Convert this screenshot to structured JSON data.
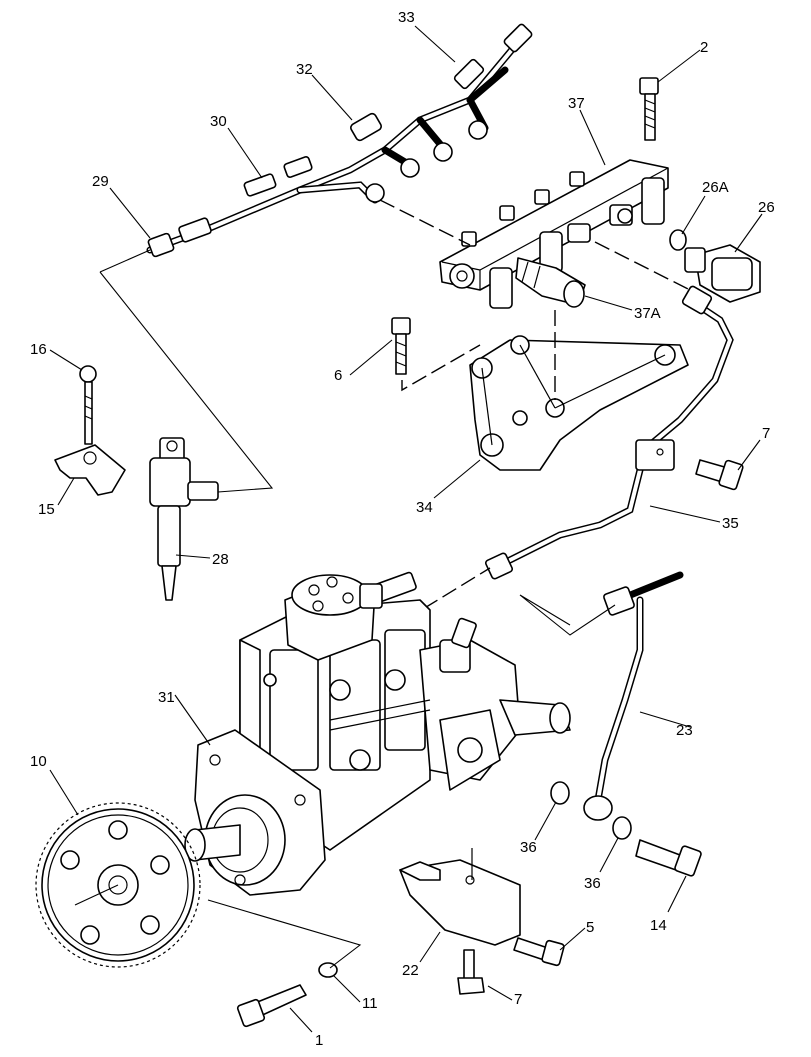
{
  "diagram": {
    "callouts": [
      "1",
      "2",
      "5",
      "6",
      "7",
      "7",
      "10",
      "11",
      "14",
      "15",
      "16",
      "22",
      "23",
      "26",
      "26A",
      "28",
      "29",
      "30",
      "31",
      "32",
      "33",
      "34",
      "35",
      "36",
      "36",
      "37",
      "37A"
    ]
  }
}
